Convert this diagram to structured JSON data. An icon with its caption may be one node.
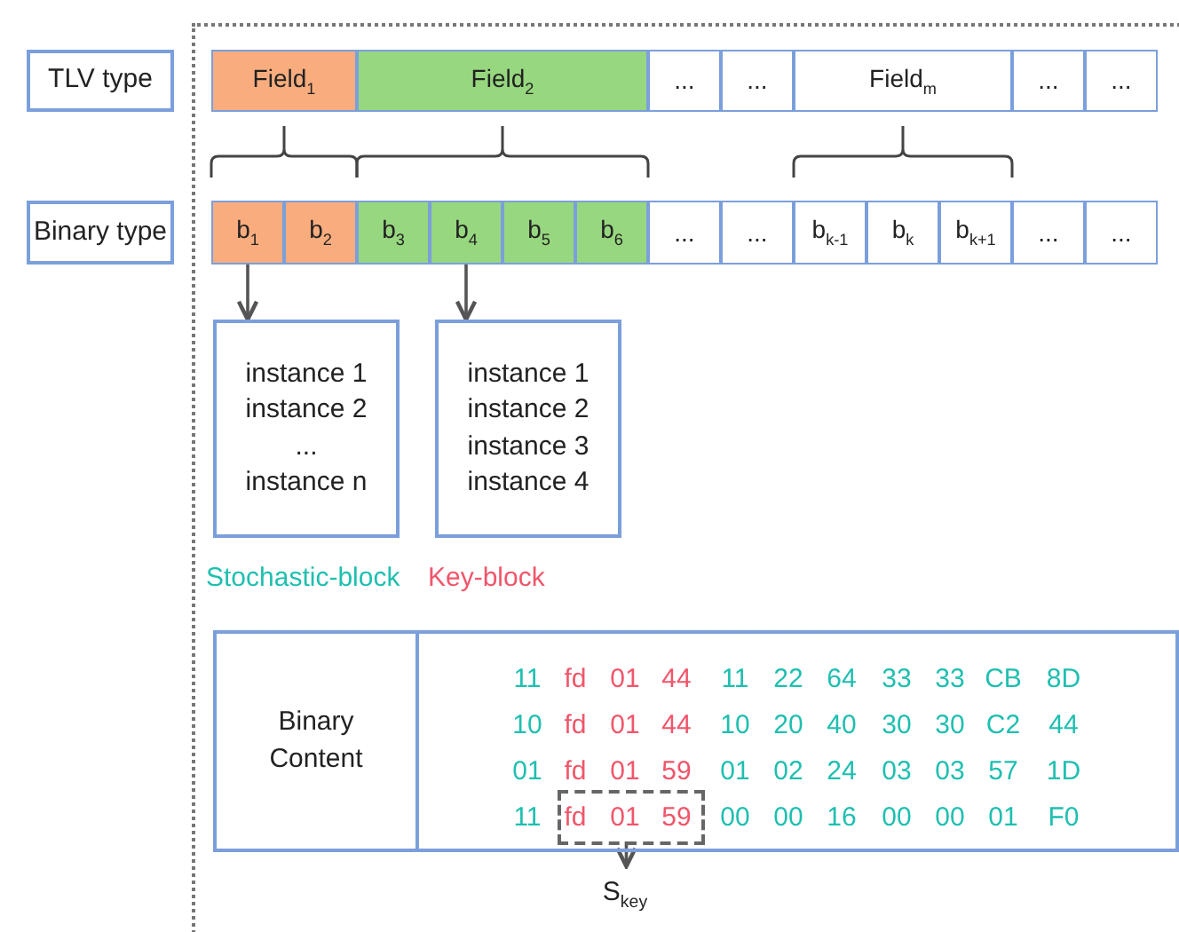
{
  "diagram": {
    "nodes": [
      {
        "text": [
          "TLV type"
        ]
      },
      {
        "text": [
          "Field$_{1}$"
        ]
      },
      {
        "text": [
          "Field$_{2}$"
        ]
      },
      {
        "text": [
          "..."
        ]
      },
      {
        "text": [
          "..."
        ]
      },
      {
        "text": [
          "Field$_{m}$"
        ]
      },
      {
        "text": [
          "..."
        ]
      },
      {
        "text": [
          "..."
        ]
      },
      {
        "text": [
          "Binary type"
        ]
      },
      {
        "text": [
          "b$_{1}$"
        ]
      },
      {
        "text": [
          "b$_{2}$"
        ]
      },
      {
        "text": [
          "b$_{3}$"
        ]
      },
      {
        "text": [
          "b$_{4}$"
        ]
      },
      {
        "text": [
          "b$_{5}$"
        ]
      },
      {
        "text": [
          "b$_{6}$"
        ]
      },
      {
        "text": [
          "..."
        ]
      },
      {
        "text": [
          "..."
        ]
      },
      {
        "text": [
          "b$_{k-1}$"
        ]
      },
      {
        "text": [
          "b$_{k}$"
        ]
      },
      {
        "text": [
          "b$_{k+1}$"
        ]
      },
      {
        "text": [
          "..."
        ]
      },
      {
        "text": [
          "..."
        ]
      },
      {
        "text": [
          "instance 1",
          "instance 2",
          "...",
          "instance n"
        ],
        "beside": [
          "Stochastic-block"
        ]
      },
      {
        "text": [
          "instance 1",
          "instance 2",
          "instance 3",
          "instance 4"
        ],
        "beside": [
          "Key-block"
        ]
      },
      {
        "text": [
          "Binary Content"
        ]
      },
      {
        "text": [],
        "shape": "box",
        "in": 24
      },
      {
        "text": [
          "S$_{key}$"
        ]
      }
    ],
    "edges": [
      {
        "from": 9,
        "to": 22,
        "arrow": "to"
      },
      {
        "from": 12,
        "to": 23,
        "arrow": "to"
      },
      {
        "from": 25,
        "to": 26,
        "arrow": "to"
      }
    ],
    "labels": [
      "11",
      "fd",
      "01",
      "44",
      "11",
      "22",
      "64",
      "33",
      "33",
      "CB",
      "8D",
      "10",
      "fd",
      "01",
      "44",
      "10",
      "20",
      "40",
      "30",
      "30",
      "C2",
      "44",
      "01",
      "fd",
      "01",
      "59",
      "01",
      "02",
      "24",
      "03",
      "03",
      "57",
      "1D",
      "11",
      "fd",
      "01",
      "59",
      "00",
      "00",
      "16",
      "00",
      "00",
      "01",
      "F0"
    ]
  }
}
